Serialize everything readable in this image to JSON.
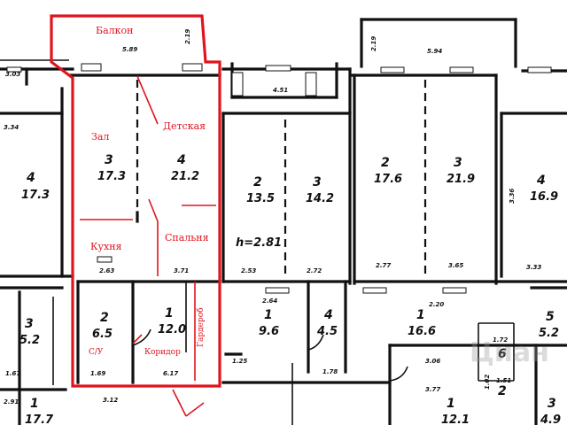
{
  "room_labels": {
    "balcony": "Балкон",
    "hall": "Зал",
    "kids_room": "Детская",
    "kitchen": "Кухня",
    "bedroom": "Спальня",
    "bathroom": "С/У",
    "corridor": "Коридор",
    "wardrobe": "Гардероб"
  },
  "room_numbers": {
    "hall_num": "3",
    "hall_area": "17.3",
    "kids_num": "4",
    "kids_area": "21.2",
    "bath_num": "2",
    "bath_area": "6.5",
    "corr_num": "1",
    "corr_area": "12.0",
    "left_apt_num": "4",
    "left_apt_area": "17.3",
    "left_lower_num": "3",
    "left_lower_area": "5.2",
    "mid1_num": "2",
    "mid1_area": "13.5",
    "mid2_num": "3",
    "mid2_area": "14.2",
    "mid_corr_num": "1",
    "mid_corr_area": "9.6",
    "mid_bath_num": "4",
    "mid_bath_area": "4.5",
    "right1_num": "2",
    "right1_area": "17.6",
    "right2_num": "3",
    "right2_area": "21.9",
    "right_corr_num": "1",
    "right_corr_area": "16.6",
    "far_right_num": "4",
    "far_right_area": "16.9",
    "far_right_low_num": "5",
    "far_right_low_area": "5.2",
    "small_num_a": "6",
    "small_num_b": "2",
    "bottom_left_num": "1",
    "bottom_left_area": "17.7",
    "bottom_mid_num": "1",
    "bottom_mid_area": "12.1",
    "bottom_right_num": "3",
    "bottom_right_area": "4.9"
  },
  "dimensions": {
    "balcony_w": "5.89",
    "balcony_side": "2.19",
    "kitchen_w": "2.63",
    "bedroom_w": "3.71",
    "bath_w": "1.69",
    "corr_w": "6.17",
    "h_mark": "h=2.81",
    "mid_top_w": "4.51",
    "mid_low1": "2.53",
    "mid_low2": "2.72",
    "mid_low3": "2.64",
    "right_top_w": "5.94",
    "right_low1": "2.77",
    "right_low2": "3.65",
    "right_bal_side": "2.19",
    "left_top": "3.03",
    "left_low": "1.67",
    "left_mid": "3.34",
    "far_right_w": "3.33",
    "far_right_top": "3.36",
    "misc_1": "1.25",
    "misc_2": "1.78",
    "misc_3": "3.06",
    "misc_4": "3.77",
    "misc_5": "3.12",
    "misc_6": "2.91",
    "misc_7": "2.20",
    "misc_8": "1.72",
    "misc_9": "1.51",
    "misc_10": "1.02"
  },
  "watermark": "Циан",
  "colors": {
    "highlight": "#e0141e",
    "walls": "#111111",
    "background": "#ffffff"
  }
}
